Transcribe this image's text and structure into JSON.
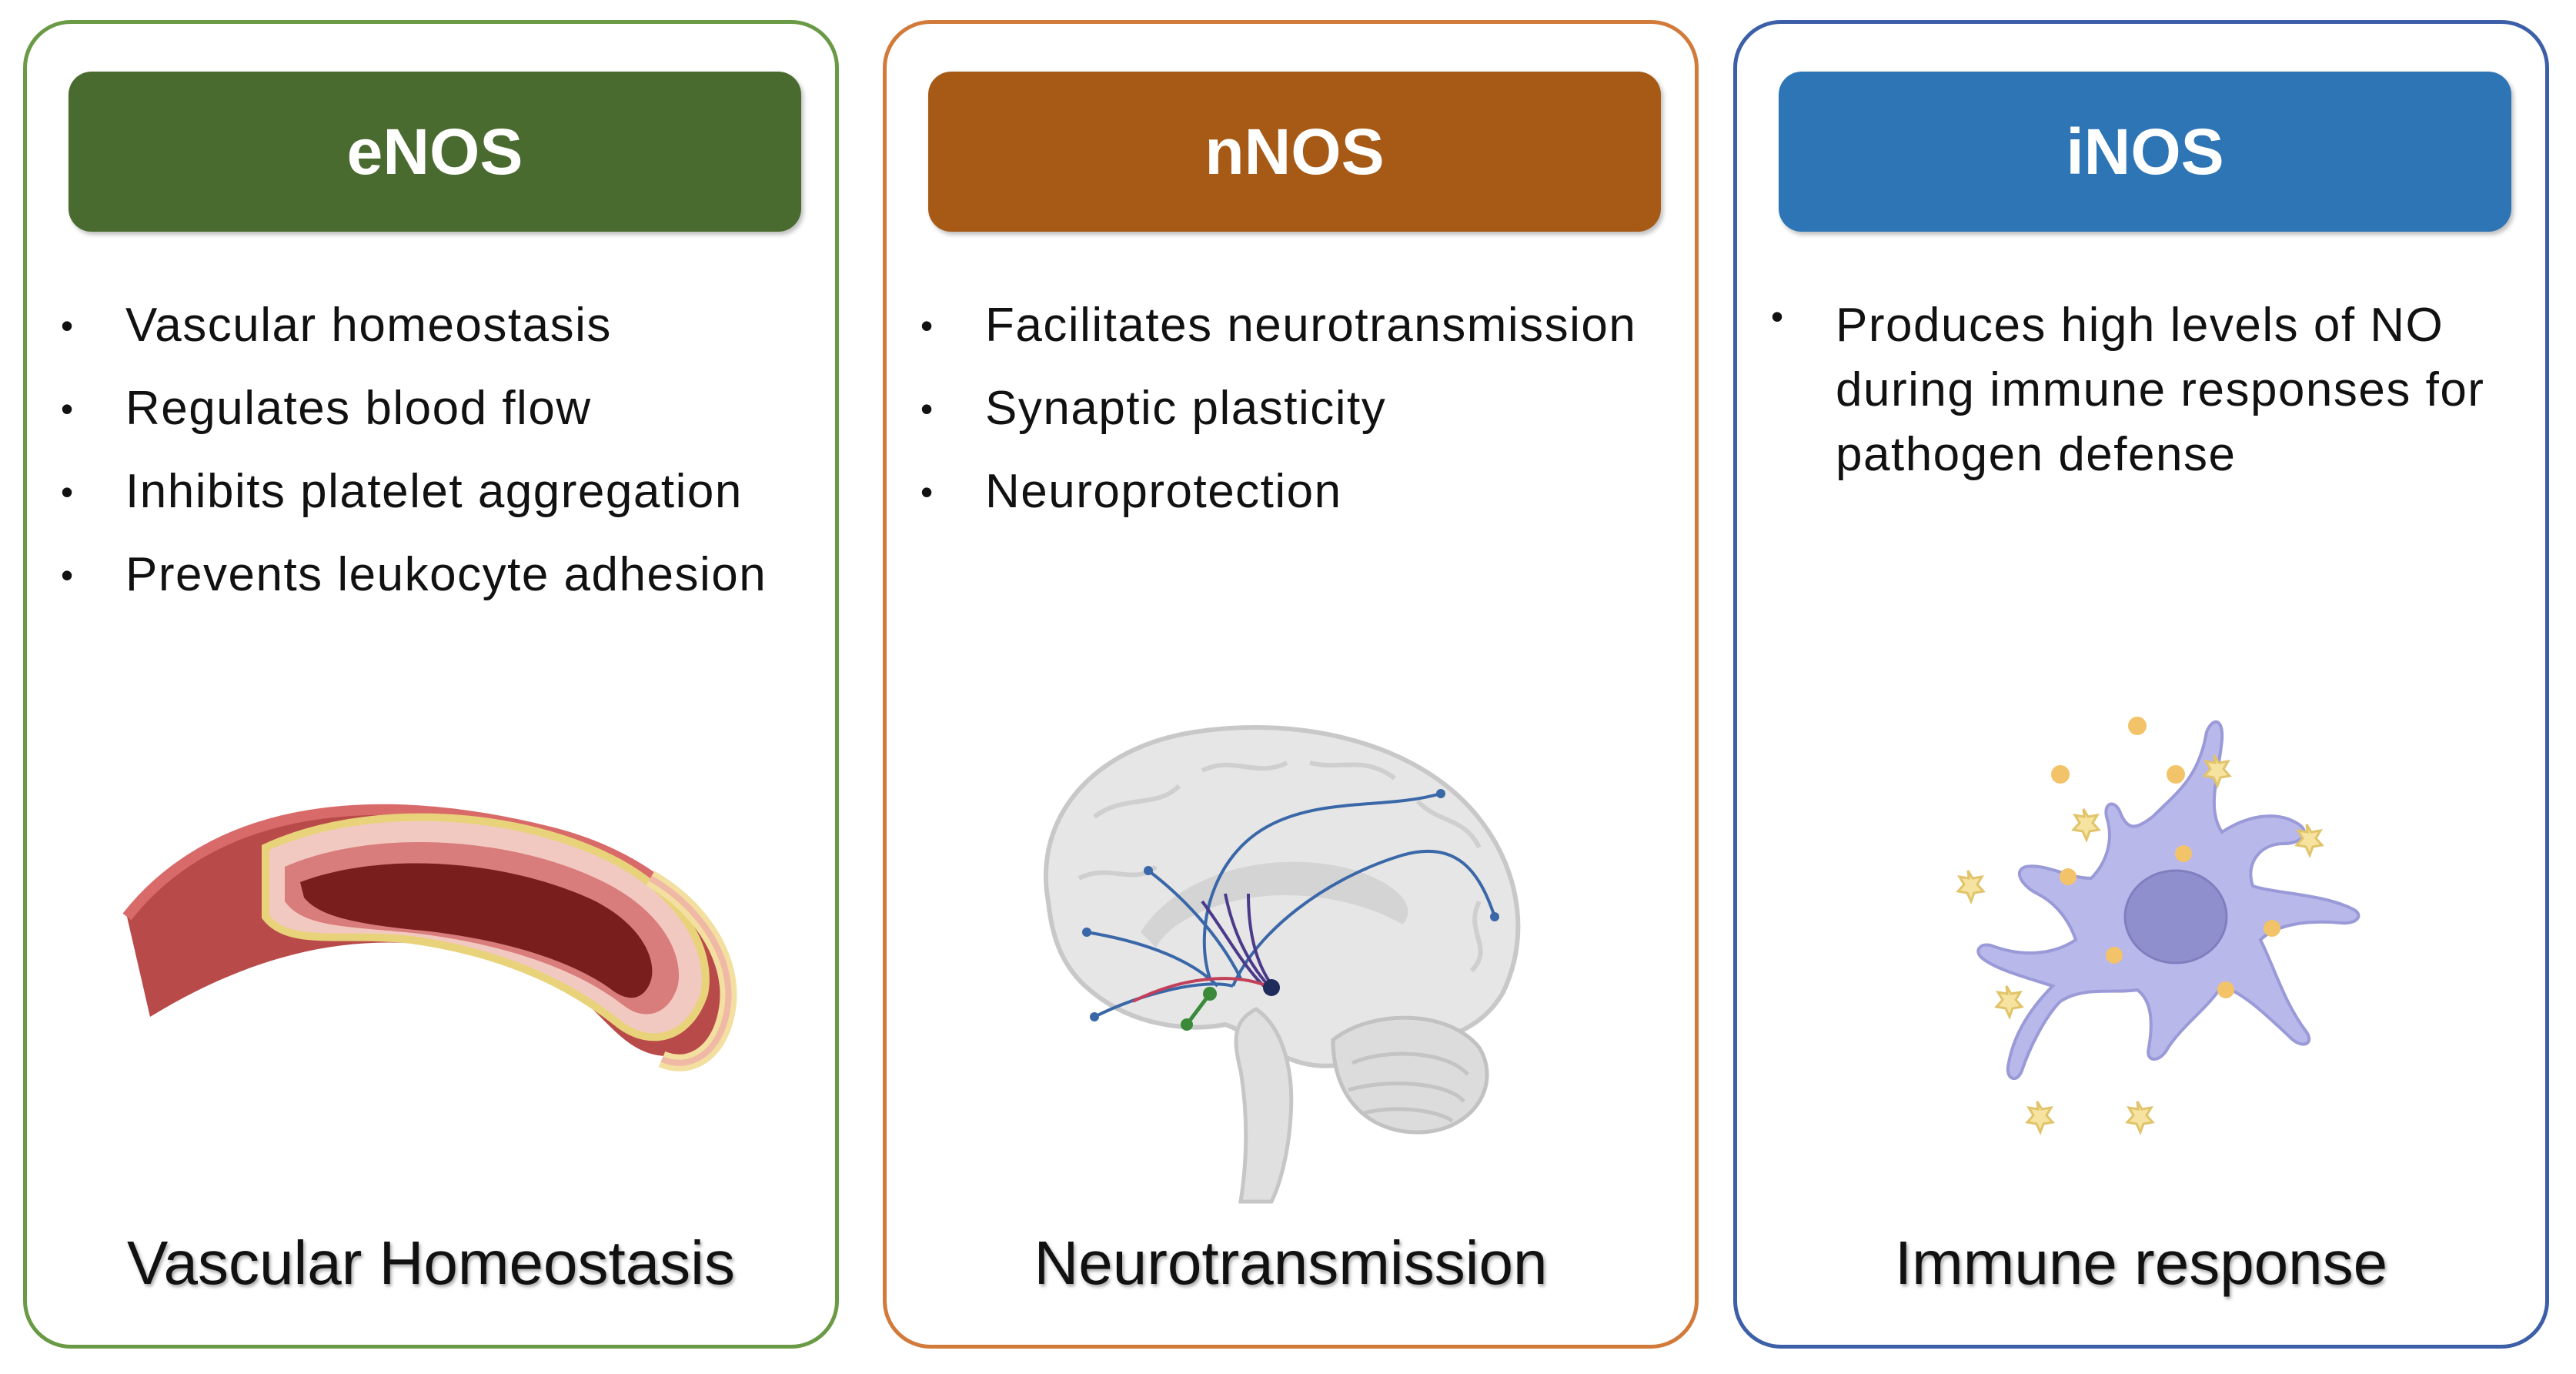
{
  "panels": [
    {
      "header": "eNOS",
      "header_color": "#4a6b2f",
      "border_color": "#6a9a45",
      "bullets": [
        "Vascular homeostasis",
        "Regulates blood flow",
        "Inhibits platelet aggregation",
        "Prevents leukocyte adhesion"
      ],
      "footer": "Vascular Homeostasis",
      "illustration": "blood-vessel-icon"
    },
    {
      "header": "nNOS",
      "header_color": "#a65a16",
      "border_color": "#d17a3a",
      "bullets": [
        "Facilitates neurotransmission",
        "Synaptic plasticity",
        "Neuroprotection"
      ],
      "footer": "Neurotransmission",
      "illustration": "brain-icon"
    },
    {
      "header": "iNOS",
      "header_color": "#2e75b6",
      "border_color": "#3c5fa8",
      "bullets": [
        "Produces high levels of NO during immune responses for pathogen defense"
      ],
      "footer": "Immune response",
      "illustration": "immune-cell-icon"
    }
  ]
}
